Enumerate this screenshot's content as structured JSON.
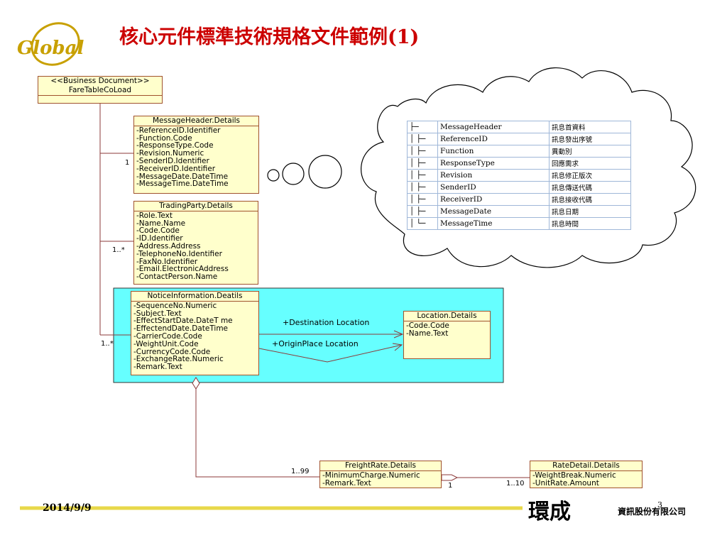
{
  "title": "核心元件標準技術規格文件範例(1)",
  "logo": {
    "text": "Global",
    "color": "#c8a000"
  },
  "colors": {
    "title": "#cc0000",
    "class_fill": "#ffffcc",
    "class_border": "#a0522d",
    "highlight": "#66ffff",
    "line": "#8b3a3a",
    "footer_line": "#e8d84a"
  },
  "business_document": {
    "stereotype": "<<Business Document>>",
    "name": "FareTableCoLoad"
  },
  "message_header": {
    "title": "MessageHeader.Details",
    "attributes": [
      "-ReferenceID.Identifier",
      "-Function.Code",
      "-ResponseType.Code",
      "-Revision.Numeric",
      "-SenderID.Identifier",
      "-ReceiverID.Identifier",
      "-MessageDate.DateTime",
      "-MessageTime.DateTime"
    ],
    "multiplicity": "1"
  },
  "trading_party": {
    "title": "TradingParty.Details",
    "attributes": [
      "-Role.Text",
      "-Name.Name",
      "-Code.Code",
      "-ID.Identifier",
      "-Address.Address",
      "-TelephoneNo.Identifier",
      "-FaxNo.Identifier",
      "-Email.ElectronicAddress",
      "-ContactPerson.Name"
    ],
    "multiplicity": "1..*"
  },
  "notice_information": {
    "title": "NoticeInformation.Deatils",
    "attributes": [
      "-SequenceNo.Numeric",
      "-Subject.Text",
      "-EffectStartDate.DateT me",
      "-EffectendDate.DateTime",
      "-CarrierCode.Code",
      "-WeightUnit.Code",
      "-CurrencyCode.Code",
      "-ExchangeRate.Numeric",
      "-Remark.Text"
    ],
    "multiplicity": "1..*"
  },
  "location": {
    "title": "Location.Details",
    "attributes": [
      "-Code.Code",
      "-Name.Text"
    ],
    "destination_label": "+Destination Location",
    "origin_label": "+OriginPlace Location"
  },
  "freight_rate": {
    "title": "FreightRate.Details",
    "attributes": [
      "-MinimumCharge.Numeric",
      "-Remark.Text"
    ],
    "multiplicity": "1..99",
    "multiplicity_right": "1"
  },
  "rate_detail": {
    "title": "RateDetail.Details",
    "attributes": [
      "-WeightBreak.Numeric",
      "-UnitRate.Amount"
    ],
    "multiplicity": "1..10"
  },
  "bubble_table": {
    "rows": [
      {
        "tree": "├─",
        "field": "MessageHeader",
        "desc": "訊息首資料"
      },
      {
        "tree": "│   ├─",
        "field": "ReferenceID",
        "desc": "訊息發出序號"
      },
      {
        "tree": "│   ├─",
        "field": "Function",
        "desc": "異動別"
      },
      {
        "tree": "│   ├─",
        "field": "ResponseType",
        "desc": "回應需求"
      },
      {
        "tree": "│   ├─",
        "field": "Revision",
        "desc": "訊息修正版次"
      },
      {
        "tree": "│   ├─",
        "field": "SenderID",
        "desc": "訊息傳送代碼"
      },
      {
        "tree": "│   ├─",
        "field": "ReceiverID",
        "desc": "訊息接收代碼"
      },
      {
        "tree": "│   ├─",
        "field": "MessageDate",
        "desc": "訊息日期"
      },
      {
        "tree": "│   └─",
        "field": "MessageTime",
        "desc": "訊息時間"
      }
    ]
  },
  "footer": {
    "date": "2014/9/9",
    "company_big": "環成",
    "company_small": "資訊股份有限公司",
    "page_number": "3"
  }
}
